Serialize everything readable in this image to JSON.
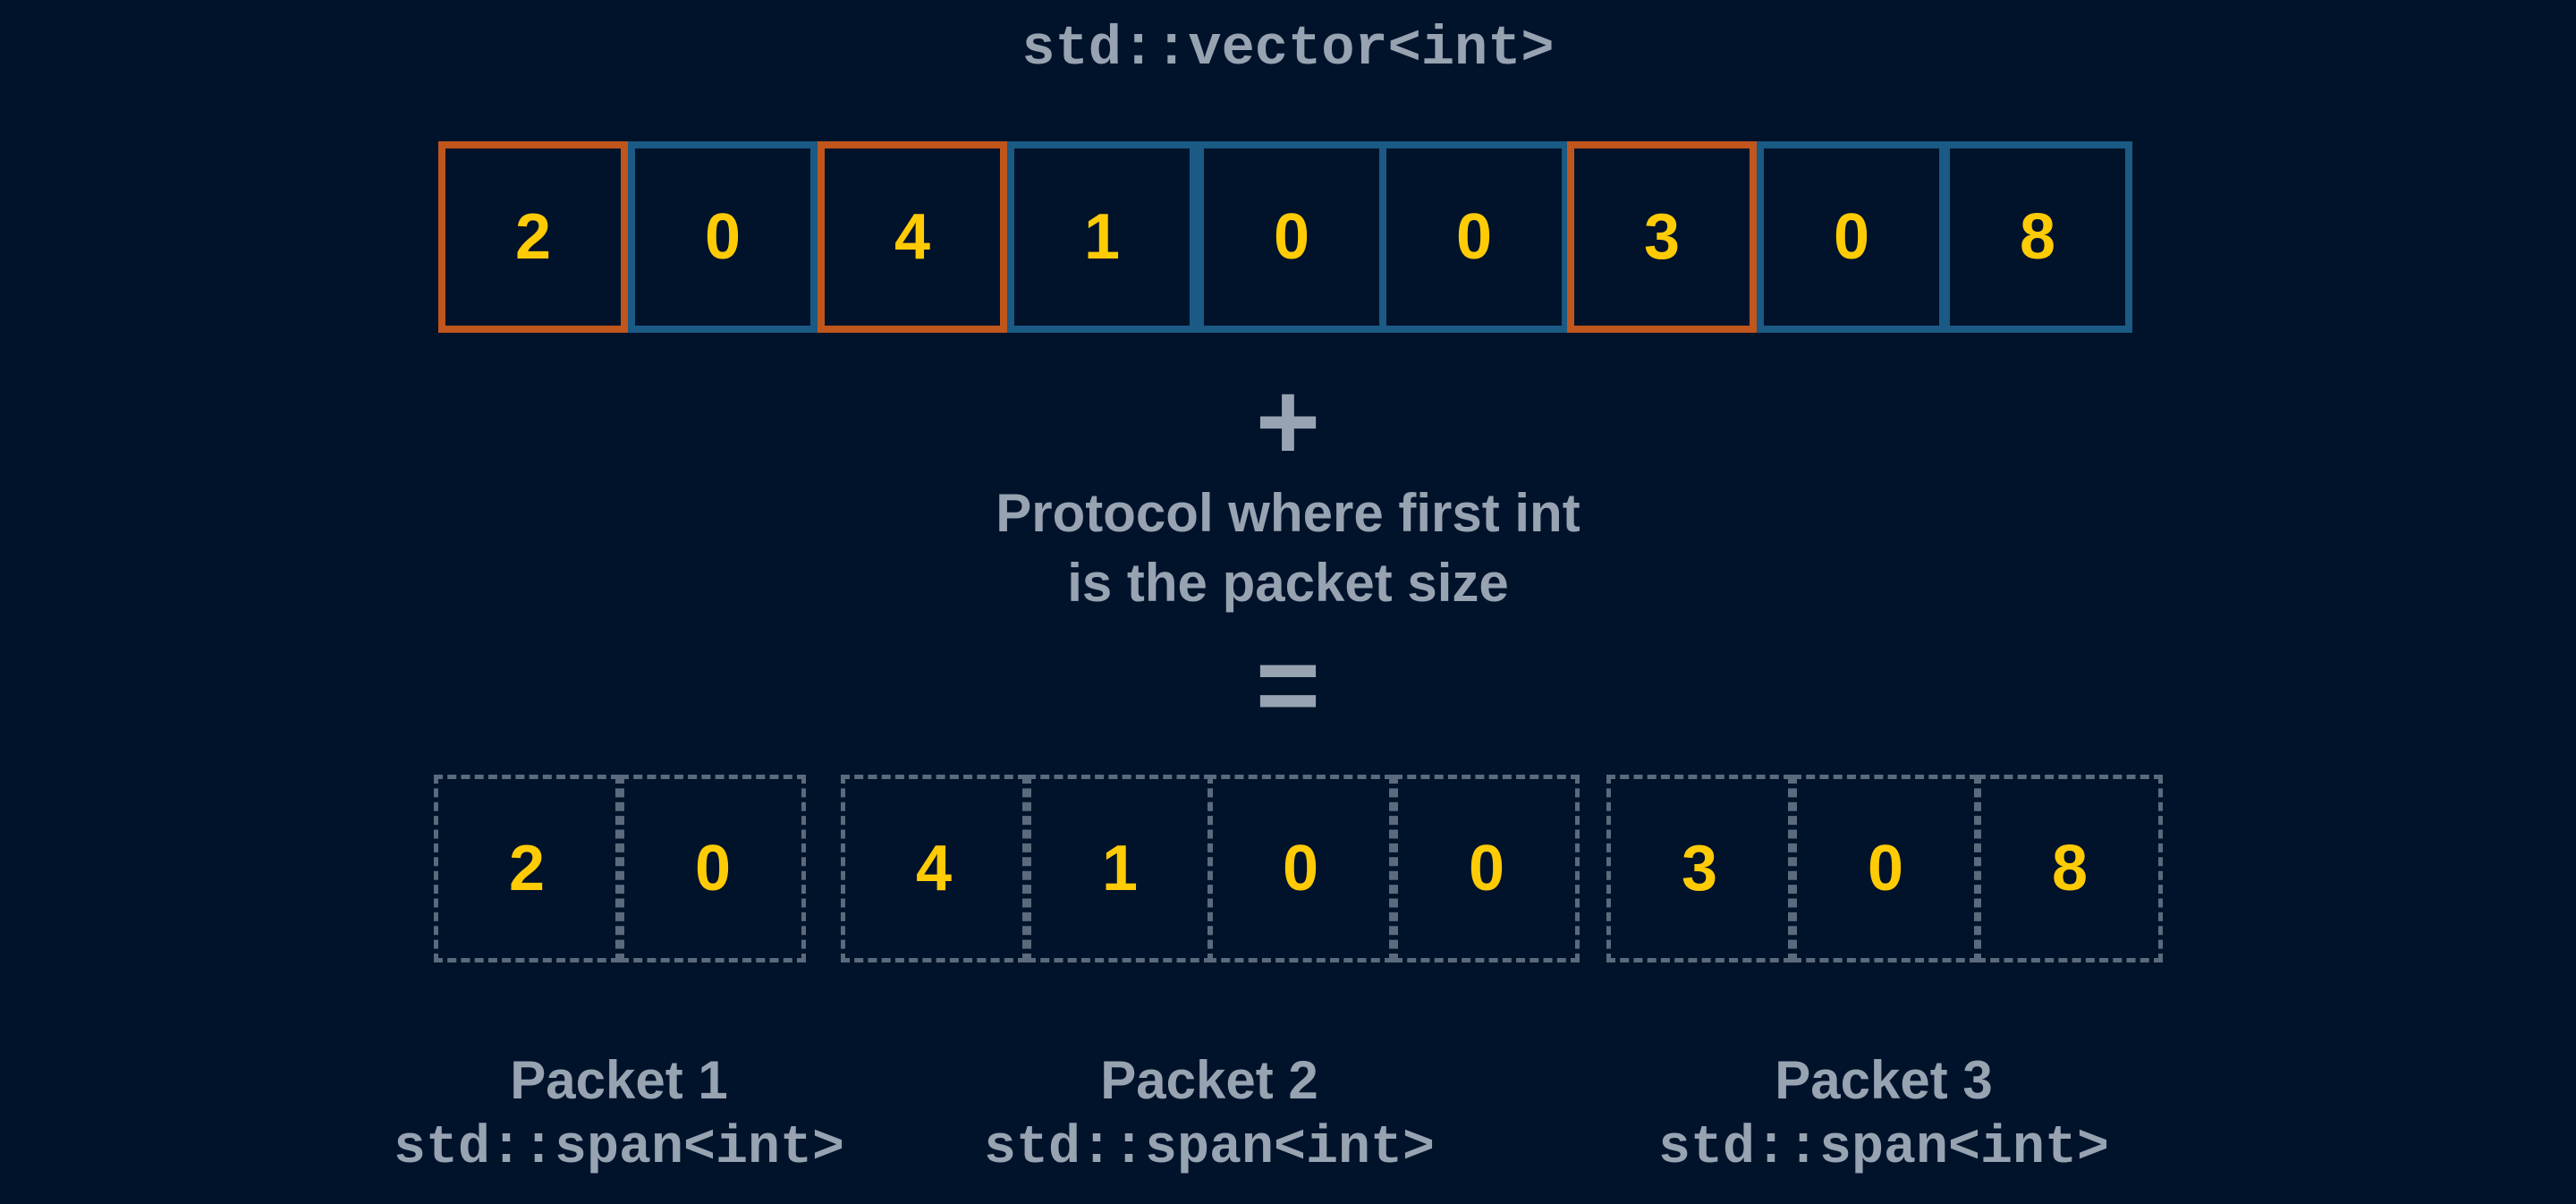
{
  "vector": {
    "title": "std::vector<int>",
    "elements": [
      {
        "value": "2",
        "role": "size"
      },
      {
        "value": "0",
        "role": "data"
      },
      {
        "value": "4",
        "role": "size"
      },
      {
        "value": "1",
        "role": "data"
      },
      {
        "value": "0",
        "role": "data"
      },
      {
        "value": "0",
        "role": "data"
      },
      {
        "value": "3",
        "role": "size"
      },
      {
        "value": "0",
        "role": "data"
      },
      {
        "value": "8",
        "role": "data"
      }
    ]
  },
  "operator_plus": "+",
  "protocol": {
    "line1": "Protocol where first int",
    "line2": "is the packet size"
  },
  "operator_equals": "=",
  "packets": [
    {
      "name": "Packet 1",
      "type": "std::span<int>",
      "values": [
        "2",
        "0"
      ]
    },
    {
      "name": "Packet 2",
      "type": "std::span<int>",
      "values": [
        "4",
        "1",
        "0",
        "0"
      ]
    },
    {
      "name": "Packet 3",
      "type": "std::span<int>",
      "values": [
        "3",
        "0",
        "8"
      ]
    }
  ],
  "colors": {
    "background": "#00132b",
    "size_border": "#c0561c",
    "data_border": "#1a5a84",
    "span_border": "#5b6a7c",
    "value_text": "#ffcb05",
    "label_text": "#98a3b2"
  }
}
